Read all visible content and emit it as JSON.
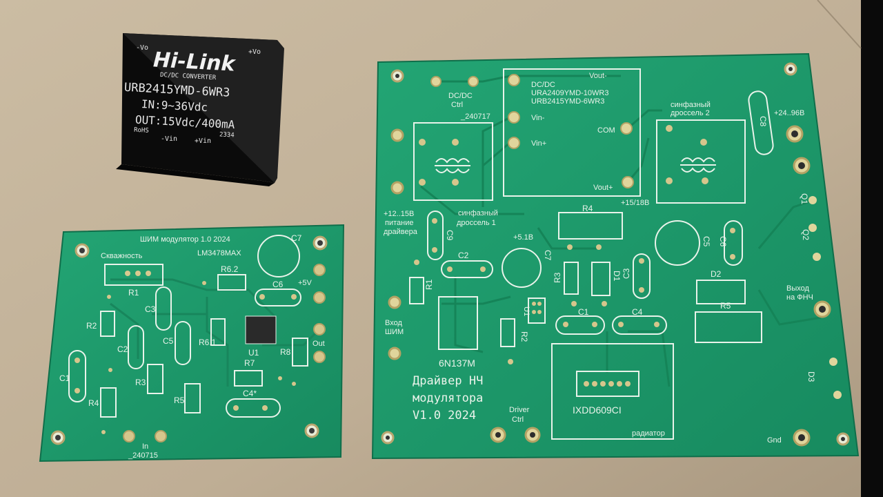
{
  "converter_module": {
    "brand": "Hi-Link",
    "subtitle": "DC/DC CONVERTER",
    "model": "URB2415YMD-6WR3",
    "input": "IN:9~36Vdc",
    "output": "OUT:15Vdc/400mA",
    "rohs": "RoHS",
    "lot": "2334",
    "pin_vo_minus": "-Vo",
    "pin_vo_plus": "+Vo",
    "pin_vin_minus": "-Vin",
    "pin_vin_plus": "+Vin"
  },
  "small_board": {
    "title": "ШИМ модулятор 1.0 2024",
    "ic_name": "LM3478MAX",
    "duty_label": "Скважность",
    "v5_label": "+5V",
    "out_label": "Out",
    "in_label": "In",
    "date_code": "_240715",
    "components": [
      "C7",
      "R6.2",
      "C6",
      "R1",
      "C3",
      "R2",
      "C2",
      "C5",
      "R6.1",
      "U1",
      "R7",
      "R8",
      "C1",
      "R3",
      "R4",
      "R5",
      "C4*"
    ]
  },
  "large_board": {
    "title_lines": [
      "Драйвер НЧ",
      "модулятора",
      "V1.0 2024"
    ],
    "dcdc_ctrl": [
      "DC/DC",
      "Ctrl"
    ],
    "dcdc_block": [
      "DC/DC",
      "URA2409YMD-10WR3",
      "URB2415YMD-6WR3"
    ],
    "vout_minus": "Vout-",
    "vin_minus": "Vin-",
    "vin_plus": "Vin+",
    "com": "COM",
    "vout_plus": "Vout+",
    "v15_18": "+15/18В",
    "choke2": [
      "синфазный",
      "дроссель 2"
    ],
    "choke1": [
      "синфазный",
      "дроссель 1"
    ],
    "v24_96": "+24..96В",
    "supply": [
      "+12..15В",
      "питание",
      "драйвера"
    ],
    "v51": "+5.1В",
    "pwm_in": [
      "Вход",
      "ШИМ"
    ],
    "output": [
      "Выход",
      "на ФНЧ"
    ],
    "optocoupler": "6N137M",
    "driver_ic": "IXDD609CI",
    "radiator": "радиатор",
    "driver_ctrl": [
      "Driver",
      "Ctrl"
    ],
    "gnd": "Gnd",
    "date_code": "_240717",
    "components": [
      "C8",
      "R4",
      "C9",
      "C2",
      "C7",
      "R3",
      "D1",
      "C3",
      "C5",
      "C6",
      "D2",
      "R1",
      "R5",
      "D3",
      "C1",
      "C4",
      "R2",
      "Q1",
      "Q2",
      "U1"
    ]
  },
  "colors": {
    "cardboard": "#c2b29a",
    "board_green": "#1d9a6b",
    "silkscreen": "#e9f3ea",
    "chip_body": "#131313"
  }
}
